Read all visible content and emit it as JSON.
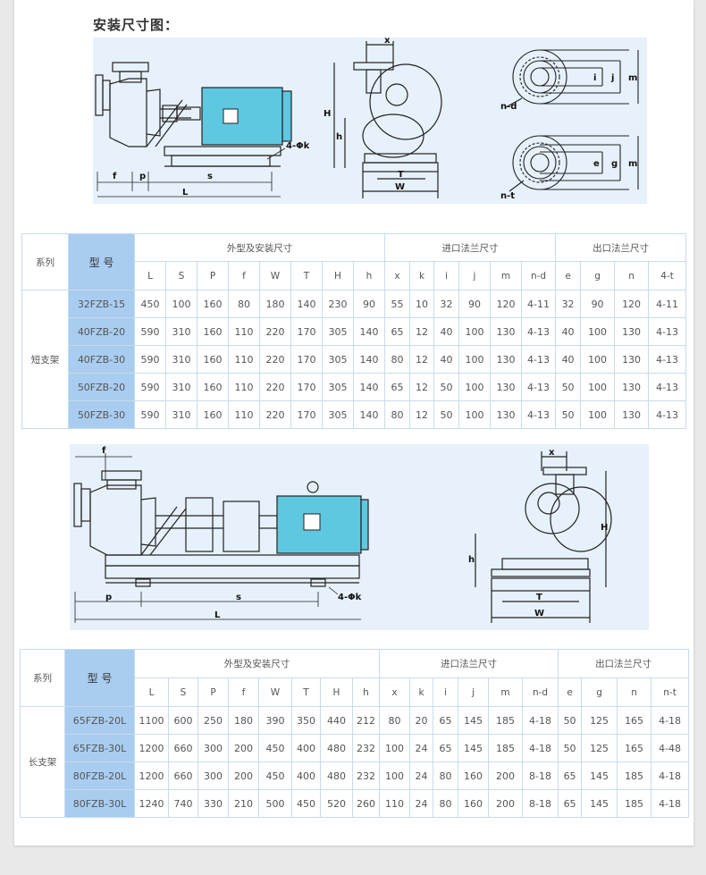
{
  "page_title": "安装尺寸图：",
  "colors": {
    "drawing_bg": "#e6f1fb",
    "motor": "#5ec8e0",
    "model_cell": "#a9cdf0",
    "border": "#c7dcec"
  },
  "drawing1": {
    "dims": [
      "f",
      "p",
      "s",
      "L",
      "4-Φk",
      "x",
      "H",
      "h",
      "T",
      "W",
      "n-d",
      "i",
      "j",
      "m",
      "n-t",
      "e",
      "g"
    ]
  },
  "table1": {
    "series_header": "系列",
    "model_header": "型 号",
    "group_headers": [
      "外型及安装尺寸",
      "进口法兰尺寸",
      "出口法兰尺寸"
    ],
    "columns": [
      "L",
      "S",
      "P",
      "f",
      "W",
      "T",
      "H",
      "h",
      "x",
      "k",
      "i",
      "j",
      "m",
      "n-d",
      "e",
      "g",
      "n",
      "4-t"
    ],
    "series": "短支架",
    "rows": [
      {
        "model": "32FZB-15",
        "values": [
          "450",
          "100",
          "160",
          "80",
          "180",
          "140",
          "230",
          "90",
          "55",
          "10",
          "32",
          "90",
          "120",
          "4-11",
          "32",
          "90",
          "120",
          "4-11"
        ]
      },
      {
        "model": "40FZB-20",
        "values": [
          "590",
          "310",
          "160",
          "110",
          "220",
          "170",
          "305",
          "140",
          "65",
          "12",
          "40",
          "100",
          "130",
          "4-13",
          "40",
          "100",
          "130",
          "4-13"
        ]
      },
      {
        "model": "40FZB-30",
        "values": [
          "590",
          "310",
          "160",
          "110",
          "220",
          "170",
          "305",
          "140",
          "80",
          "12",
          "40",
          "100",
          "130",
          "4-13",
          "40",
          "100",
          "130",
          "4-13"
        ]
      },
      {
        "model": "50FZB-20",
        "values": [
          "590",
          "310",
          "160",
          "110",
          "220",
          "170",
          "305",
          "140",
          "65",
          "12",
          "50",
          "100",
          "130",
          "4-13",
          "50",
          "100",
          "130",
          "4-13"
        ]
      },
      {
        "model": "50FZB-30",
        "values": [
          "590",
          "310",
          "160",
          "110",
          "220",
          "170",
          "305",
          "140",
          "80",
          "12",
          "50",
          "100",
          "130",
          "4-13",
          "50",
          "100",
          "130",
          "4-13"
        ]
      }
    ]
  },
  "drawing2": {
    "dims": [
      "f",
      "p",
      "s",
      "L",
      "4-Φk",
      "x",
      "H",
      "h",
      "T",
      "W"
    ]
  },
  "table2": {
    "series_header": "系列",
    "model_header": "型 号",
    "group_headers": [
      "外型及安装尺寸",
      "进口法兰尺寸",
      "出口法兰尺寸"
    ],
    "columns": [
      "L",
      "S",
      "P",
      "f",
      "W",
      "T",
      "H",
      "h",
      "x",
      "k",
      "i",
      "j",
      "m",
      "n-d",
      "e",
      "g",
      "n",
      "n-t"
    ],
    "series": "长支架",
    "rows": [
      {
        "model": "65FZB-20L",
        "values": [
          "1100",
          "600",
          "250",
          "180",
          "390",
          "350",
          "440",
          "212",
          "80",
          "20",
          "65",
          "145",
          "185",
          "4-18",
          "50",
          "125",
          "165",
          "4-18"
        ]
      },
      {
        "model": "65FZB-30L",
        "values": [
          "1200",
          "660",
          "300",
          "200",
          "450",
          "400",
          "480",
          "232",
          "100",
          "24",
          "65",
          "145",
          "185",
          "4-18",
          "50",
          "125",
          "165",
          "4-48"
        ]
      },
      {
        "model": "80FZB-20L",
        "values": [
          "1200",
          "660",
          "300",
          "200",
          "450",
          "400",
          "480",
          "232",
          "100",
          "24",
          "80",
          "160",
          "200",
          "8-18",
          "65",
          "145",
          "185",
          "4-18"
        ]
      },
      {
        "model": "80FZB-30L",
        "values": [
          "1240",
          "740",
          "330",
          "210",
          "500",
          "450",
          "520",
          "260",
          "110",
          "24",
          "80",
          "160",
          "200",
          "8-18",
          "65",
          "145",
          "185",
          "4-18"
        ]
      }
    ]
  }
}
